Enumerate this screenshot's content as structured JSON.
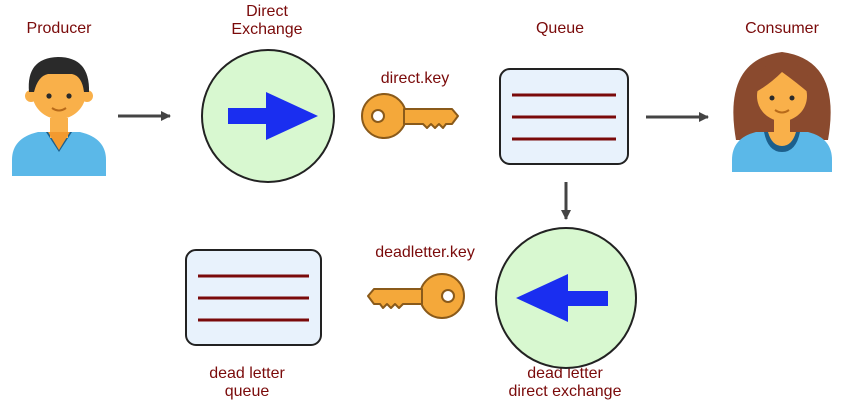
{
  "labels": {
    "producer": "Producer",
    "direct_exchange": [
      "Direct",
      "Exchange"
    ],
    "queue": "Queue",
    "consumer": "Consumer",
    "direct_key": "direct.key",
    "deadletter_key": "deadletter.key",
    "dead_letter_queue": [
      "dead letter",
      "queue"
    ],
    "dead_letter_exchange": [
      "dead letter",
      "direct exchange"
    ]
  },
  "colors": {
    "label_text": "#7a0a0a",
    "exchange_fill": "#d8f8d0",
    "exchange_arrow": "#1a2ef0",
    "queue_fill": "#e8f2fc",
    "queue_lines": "#7a0a0a",
    "key_fill": "#f4a83a",
    "connector": "#444444",
    "person_shirt": "#5bb8e8",
    "person_skin": "#f9b04a",
    "producer_hair": "#2a2a2a",
    "consumer_hair": "#8a4a2e"
  },
  "icons": {
    "producer": "man-avatar-icon",
    "consumer": "woman-avatar-icon",
    "exchange": "exchange-circle-icon",
    "queue": "queue-box-icon",
    "key": "key-icon",
    "arrow": "arrow-icon"
  }
}
